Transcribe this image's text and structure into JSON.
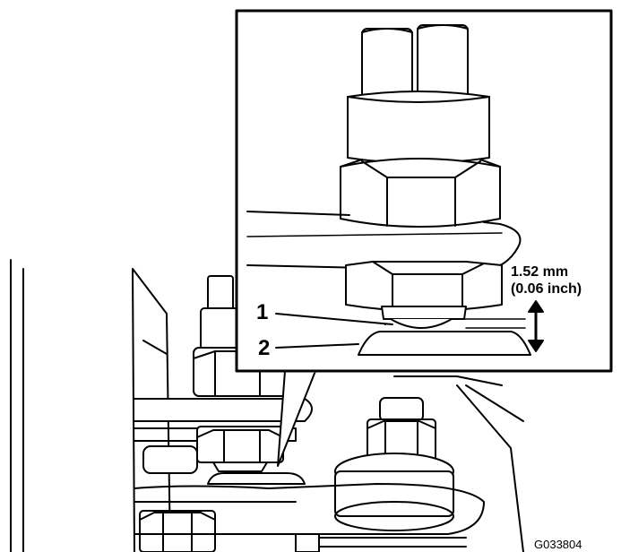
{
  "figure": {
    "callouts": [
      {
        "number": "1"
      },
      {
        "number": "2"
      }
    ],
    "measurement": {
      "metric": "1.52 mm",
      "imperial": "(0.06 inch)"
    },
    "figure_id": "G033804"
  }
}
